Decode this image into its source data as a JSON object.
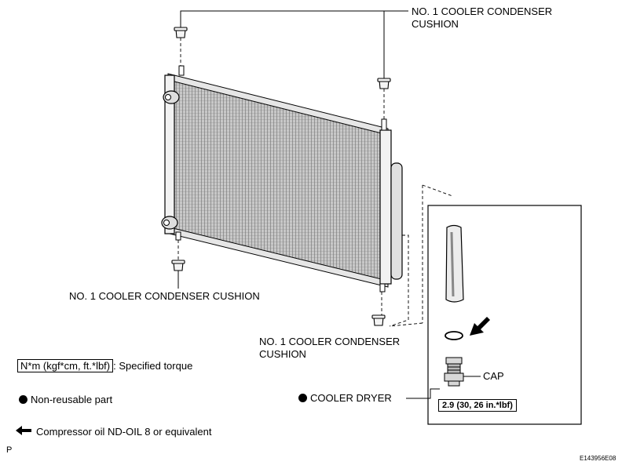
{
  "labels": {
    "cushion_top_line1": "NO. 1 COOLER CONDENSER",
    "cushion_top_line2": "CUSHION",
    "cushion_bottom_left": "NO. 1 COOLER CONDENSER CUSHION",
    "cushion_bottom_right_line1": "NO. 1 COOLER CONDENSER",
    "cushion_bottom_right_line2": "CUSHION",
    "cap": "CAP",
    "cooler_dryer": "COOLER DRYER",
    "torque_value": "2.9 (30, 26 in.*lbf)"
  },
  "legend": {
    "torque_unit": "N*m (kgf*cm, ft.*lbf)",
    "torque_desc": ": Specified torque",
    "non_reusable": "Non-reusable part",
    "compressor_oil": "Compressor oil ND-OIL 8 or equivalent"
  },
  "footer": {
    "left_mark": "P",
    "figure_code": "E143956E08"
  },
  "colors": {
    "ink": "#000000",
    "fin_gray": "#8a8a8a",
    "background": "#ffffff"
  }
}
